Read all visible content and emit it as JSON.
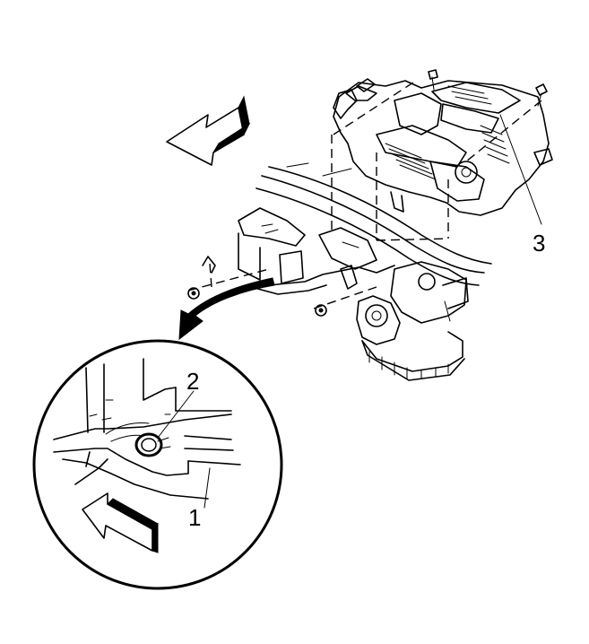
{
  "callouts": {
    "label_1": "1",
    "label_2": "2",
    "label_3": "3"
  },
  "colors": {
    "ink": "#000000",
    "background": "#ffffff"
  },
  "icons": {
    "top_arrow": "direction-arrow-icon",
    "detail_arrow": "direction-arrow-icon",
    "curved_arrow": "curved-arrow-icon"
  }
}
